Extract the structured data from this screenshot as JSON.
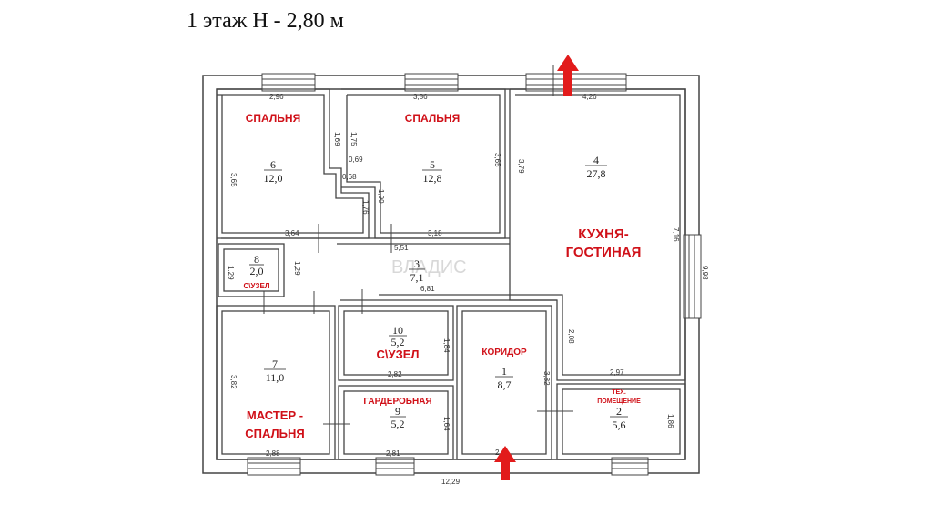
{
  "header": {
    "title": "1 этаж Н - 2,80 м"
  },
  "colors": {
    "wall": "#444444",
    "label": "#d01018",
    "arrow": "#e21b1b"
  },
  "watermark": "ВЛАДИС",
  "rooms": [
    {
      "id": "6",
      "number": "6",
      "area": "12,0",
      "label": "СПАЛЬНЯ"
    },
    {
      "id": "5",
      "number": "5",
      "area": "12,8",
      "label": "СПАЛЬНЯ"
    },
    {
      "id": "4",
      "number": "4",
      "area": "27,8",
      "label_line1": "КУХНЯ-",
      "label_line2": "ГОСТИНАЯ"
    },
    {
      "id": "8",
      "number": "8",
      "area": "2,0",
      "label": "С\\УЗЕЛ"
    },
    {
      "id": "3",
      "number": "3",
      "area": "7,1"
    },
    {
      "id": "10",
      "number": "10",
      "area": "5,2",
      "label": "С\\УЗЕЛ"
    },
    {
      "id": "7",
      "number": "7",
      "area": "11,0",
      "label_line1": "МАСТЕР -",
      "label_line2": "СПАЛЬНЯ"
    },
    {
      "id": "9",
      "number": "9",
      "area": "5,2",
      "label": "ГАРДЕРОБНАЯ"
    },
    {
      "id": "1",
      "number": "1",
      "area": "8,7",
      "label": "КОРИДОР"
    },
    {
      "id": "2",
      "number": "2",
      "area": "5,6",
      "label_line1": "ТЕХ.",
      "label_line2": "ПОМЕЩЕНИЕ"
    }
  ],
  "dimensions": {
    "d296": "2,96",
    "d386": "3,86",
    "d426": "4,26",
    "d365a": "3,65",
    "d169": "1,69",
    "d175": "1,75",
    "d069": "0,69",
    "d068": "0,68",
    "d190": "1,90",
    "d176": "1,76",
    "d365b": "3,65",
    "d379": "3,79",
    "d364": "3,64",
    "d318": "3,18",
    "d551": "5,51",
    "d716": "7,16",
    "d998": "9,98",
    "d129a": "1,29",
    "d129b": "1,29",
    "d681": "6,81",
    "d208": "2,08",
    "d184": "1,84",
    "d282": "2,82",
    "d297": "2,97",
    "d382a": "3,82",
    "d382b": "3,82",
    "d164": "1,64",
    "d186": "1,86",
    "d288": "2,88",
    "d281": "2,81",
    "d1229": "12,29",
    "d2": "2"
  }
}
